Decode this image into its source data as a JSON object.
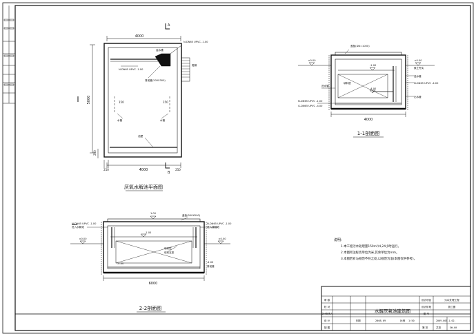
{
  "drawing": {
    "plan_view": {
      "title": "厌氧水解池平面图",
      "dim_top": "4000",
      "dim_bottom": "4000",
      "dim_left": "5000",
      "dim_left_bottom": "250",
      "dim_bottom_left": "250",
      "dim_bottom_right": "250",
      "dims_inner": [
        "150",
        "150"
      ],
      "labels": {
        "inlet_pipe": "N-DN65 UPVC -1.00",
        "inlet_pipe_right": "N-DN65 UPVC -1.00",
        "sewer": "排泥管(200X300)",
        "tank_wall": "池壁",
        "weir": "溢水槽",
        "stairs": "爬梯",
        "mark1": "A",
        "mark2": "B",
        "small_a": "水管",
        "small_b": "水管"
      }
    },
    "section_1": {
      "title": "1-1剖面图",
      "dim_bottom": "4000",
      "labels": {
        "cover": "盖板(DN=1000)",
        "ground_left": "±0.00",
        "water_level": "-1.00",
        "pipe_left": "N-DN65 UPVC -1.00",
        "ground_right": "±0.00",
        "fill": "素土夯实",
        "pipe_right": "N-DN65 UPVC -4.00",
        "weir": "溢水管",
        "inlet": "进水管",
        "outlet": "出水管",
        "media": "填料层",
        "bottom": "-4.00",
        "bottom_pipe": "G-DN65 UPVC -4.00"
      }
    },
    "section_2": {
      "title": "2-2剖面图",
      "dim_bottom": "6000",
      "labels": {
        "pipe_top_left": "N-DN65 UPVC -1.00",
        "pipe_top_left2": "进入水解池",
        "cover": "盖板(500X500)",
        "top_mark": "1.00",
        "water_level": "-1.00",
        "ground_left": "±0.00",
        "ground_right": "±0.00",
        "pipe_right": "N-DN65 UPVC -1.00",
        "pipe_right2": "进入接触池",
        "media": "填料层",
        "media2": "填料支架",
        "bottom_left": "-4.00",
        "bottom_right": "-4.00",
        "sludge": "排泥管"
      }
    },
    "notes": {
      "title": "说明:",
      "items": [
        "1.本工程污水处理量150m³/d,24小时运行。",
        "2.本图所注标高单位为米,其余单位为mm。",
        "3.本图若有与规范不符之处,以规范为准(本图仅供参考)。"
      ]
    },
    "title_block": {
      "drawing_name": "水解厌氧池建筑图",
      "rows_left": [
        "审 核",
        "校 对",
        "设计负责人",
        "设 计",
        "制 图"
      ],
      "project_label": "设计项目",
      "project_value": "污水处理工程",
      "stage_label": "设计阶段",
      "stage_value": "施工图",
      "drawing_no_label": "图 号",
      "drawing_no_value": "2009-003-1-02-",
      "sheet_value": "GW-00",
      "date_label": "日期",
      "date_value": "2008.09",
      "scale_label": "比例",
      "scale_value": "1:50",
      "sheet_label": "第 张",
      "sheet_total": "共张"
    },
    "left_strip": {
      "entries": [
        "",
        "",
        "",
        "",
        ""
      ]
    }
  }
}
